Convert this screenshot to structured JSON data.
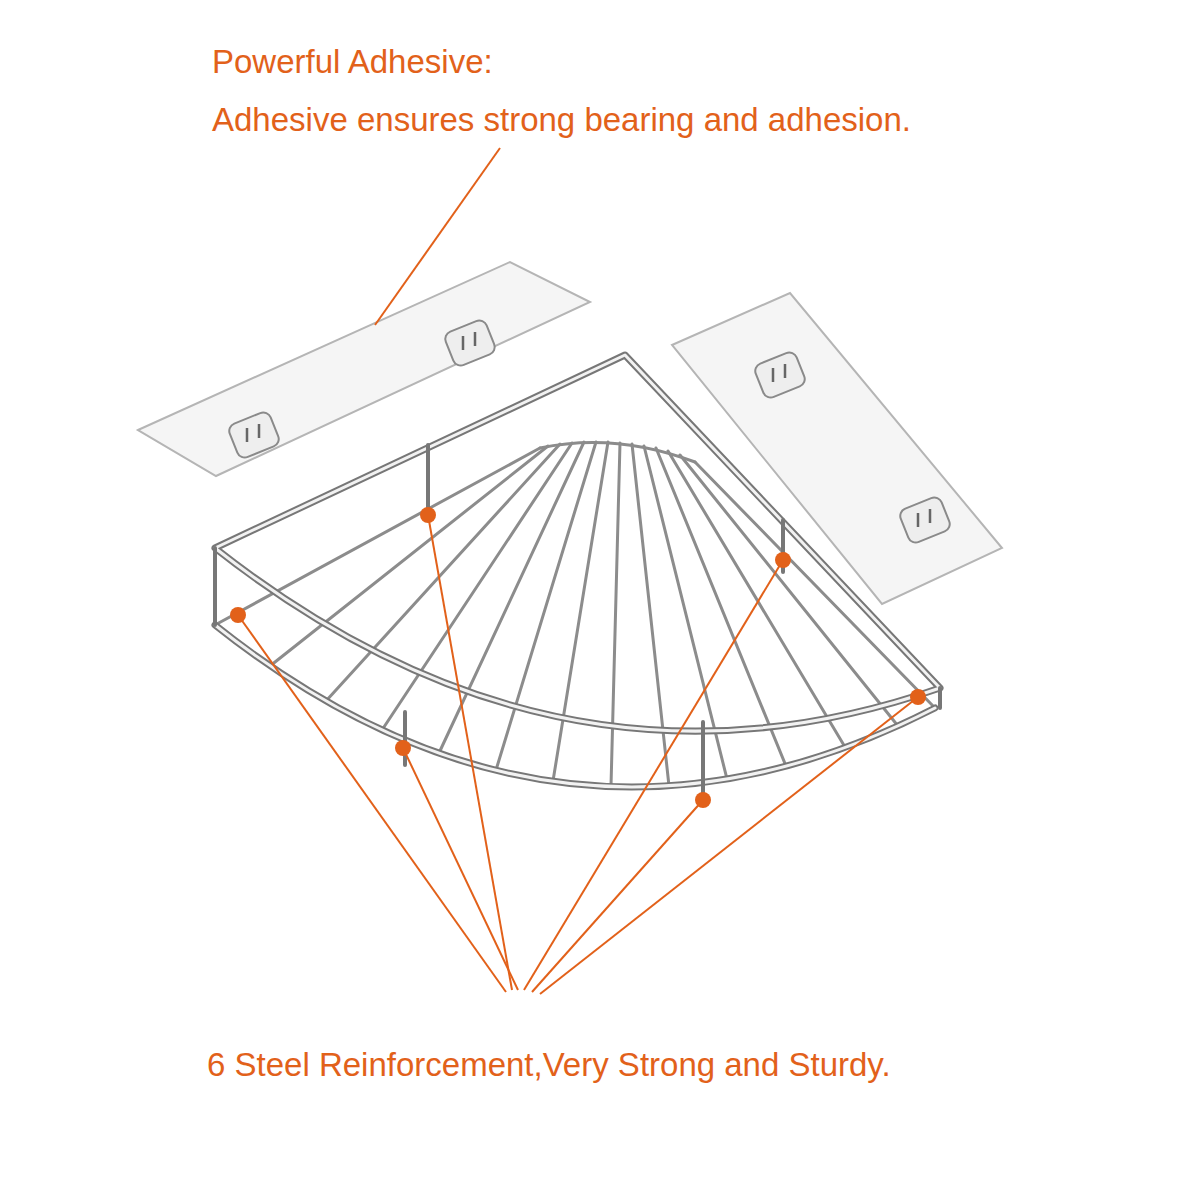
{
  "diagram": {
    "labels": [
      "Powerful Adhesive:",
      "Adhesive ensures strong bearing and adhesion.",
      "6 Steel Reinforcement,Very Strong and Sturdy."
    ]
  }
}
